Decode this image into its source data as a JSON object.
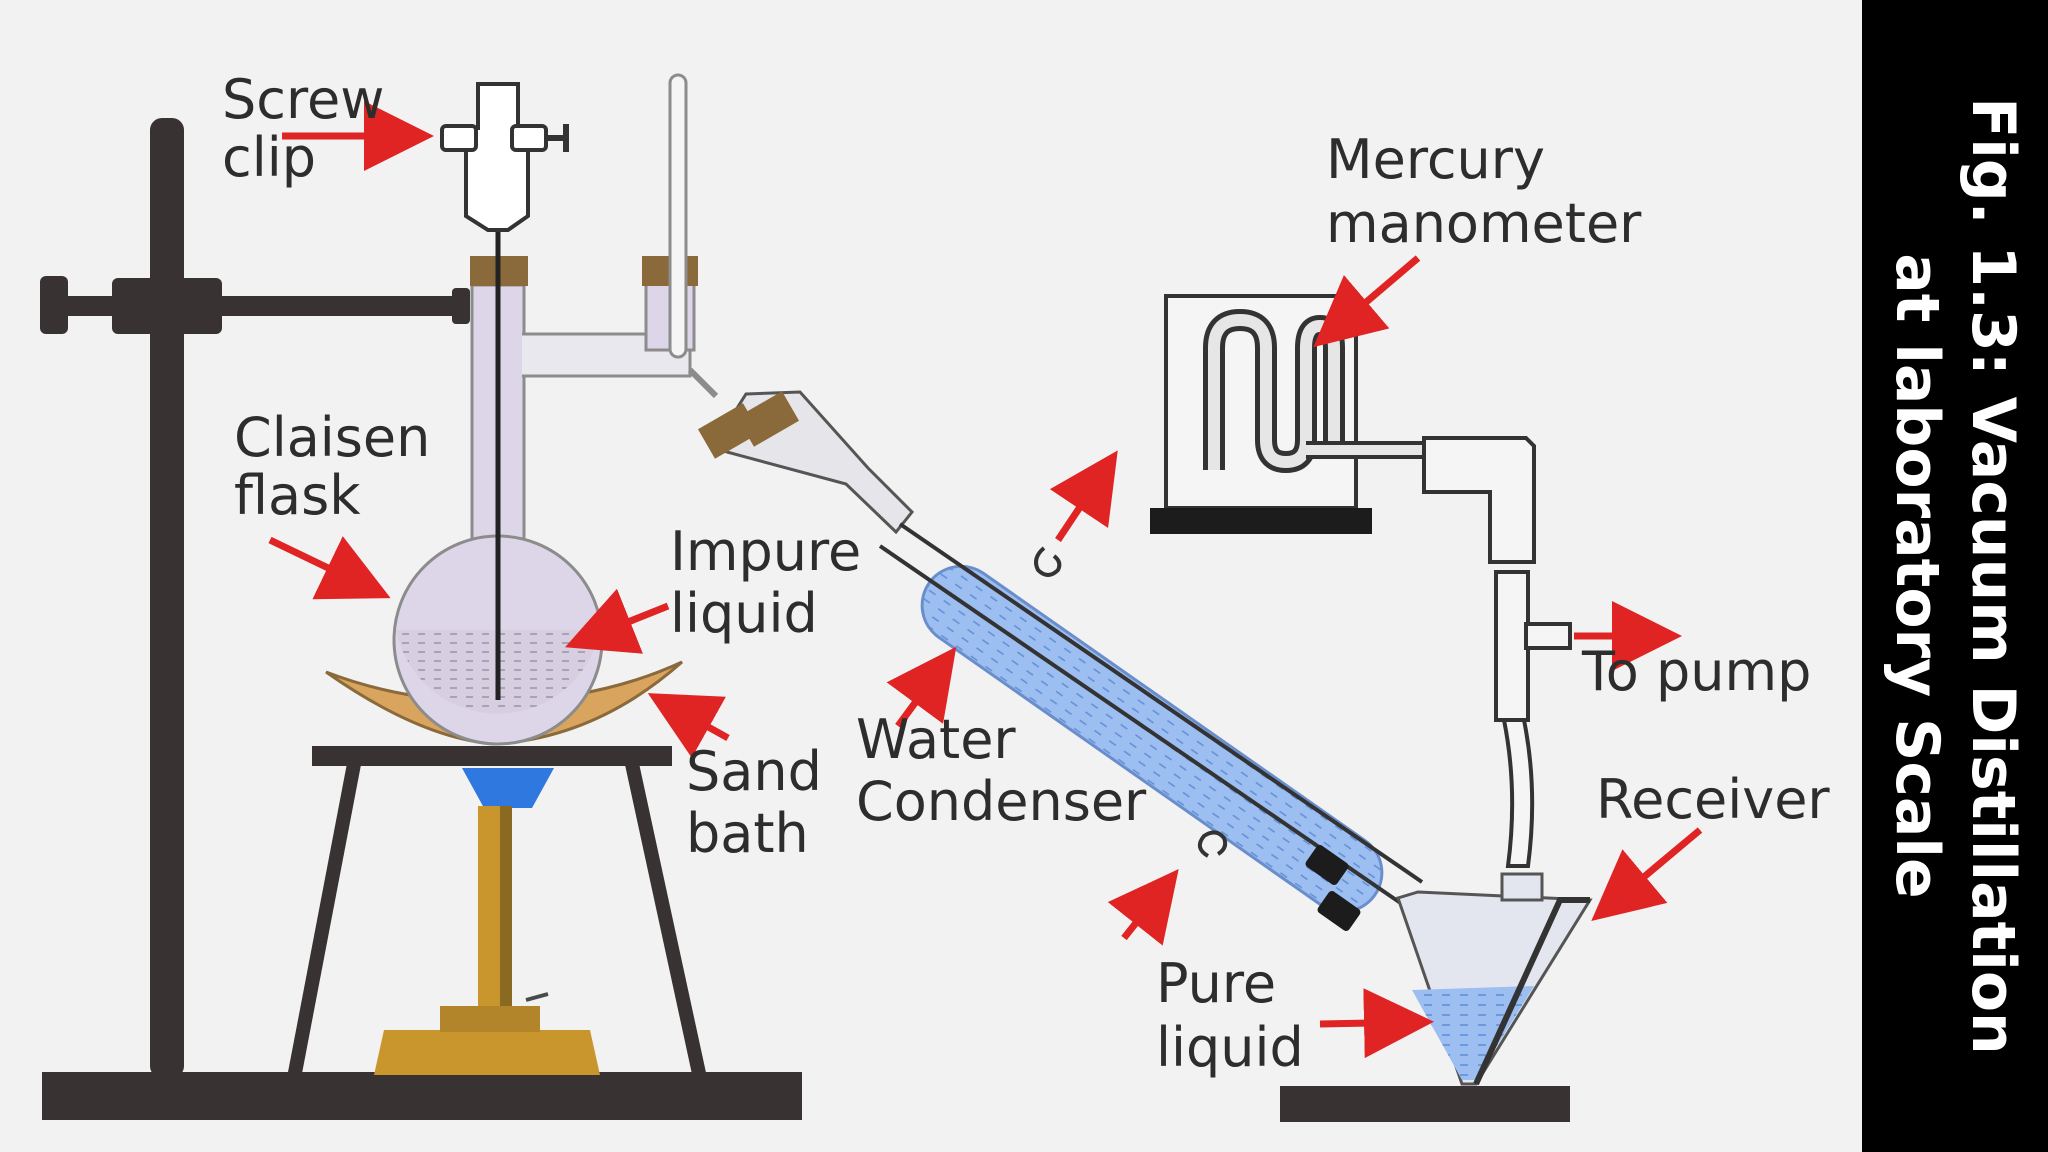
{
  "labels": {
    "screw_clip": [
      "Screw",
      "clip"
    ],
    "claisen_flask": [
      "Claisen",
      "flask"
    ],
    "impure_liquid": [
      "Impure",
      "liquid"
    ],
    "sand_bath": [
      "Sand",
      "bath"
    ],
    "water_condenser": [
      "Water",
      "Condenser"
    ],
    "mercury_manometer": [
      "Mercury",
      "manometer"
    ],
    "to_pump": "To pump",
    "receiver": "Receiver",
    "pure_liquid": [
      "Pure",
      "liquid"
    ]
  },
  "caption": {
    "line1": "Fig. 1.3: Vacuum Distillation",
    "line2": "at laboratory Scale"
  },
  "colors": {
    "background": "#f2f2f2",
    "arrow": "#e02424",
    "stand": "#383232",
    "glass": "#dcd6e8",
    "water": "#8fb4e8",
    "sand": "#d9a45e",
    "burner": "#c9962e",
    "flame": "#2f78e0",
    "cork": "#8a6a3a",
    "caption_panel": "#000000",
    "caption_text": "#ffffff"
  }
}
